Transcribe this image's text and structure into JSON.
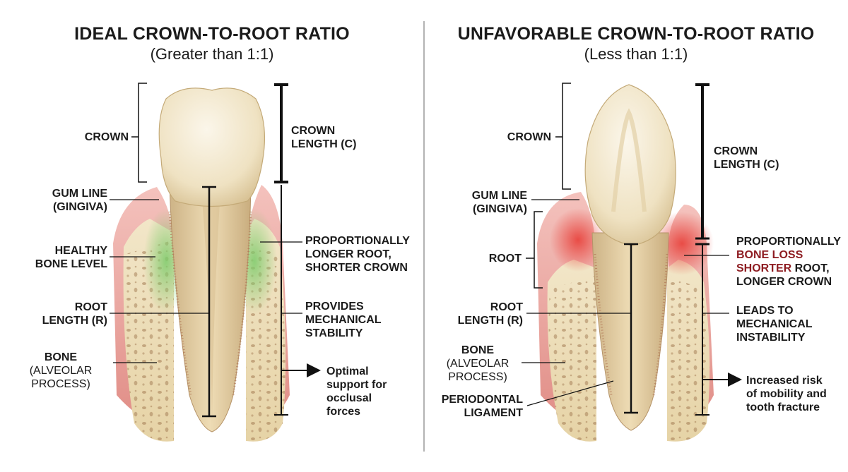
{
  "left": {
    "title": "IDEAL CROWN-TO-ROOT RATIO",
    "subtitle": "(Greater than 1:1)",
    "crown": "CROWN",
    "crown_length": [
      "CROWN",
      "LENGTH (C)"
    ],
    "gum_line": [
      "GUM LINE",
      "(GINGIVA)"
    ],
    "healthy_bone": [
      "HEALTHY",
      "BONE LEVEL"
    ],
    "root_length": [
      "ROOT",
      "LENGTH (R)"
    ],
    "bone": [
      "BONE"
    ],
    "bone_sub": [
      "(ALVEOLAR",
      "PROCESS)"
    ],
    "proportion": [
      "PROPORTIONALLY",
      "LONGER ROOT,",
      "SHORTER CROWN"
    ],
    "provides": [
      "PROVIDES",
      "MECHANICAL",
      "STABILITY"
    ],
    "optimal": [
      "Optimal",
      "support for",
      "occlusal",
      "forces"
    ]
  },
  "right": {
    "title": "UNFAVORABLE CROWN-TO-ROOT RATIO",
    "subtitle": "(Less than 1:1)",
    "crown": "CROWN",
    "crown_length": [
      "CROWN",
      "LENGTH (C)"
    ],
    "gum_line": [
      "GUM LINE",
      "(GINGIVA)"
    ],
    "root": "ROOT",
    "root_length": [
      "ROOT",
      "LENGTH (R)"
    ],
    "bone": [
      "BONE"
    ],
    "bone_sub": [
      "(ALVEOLAR",
      "PROCESS)"
    ],
    "ligament": [
      "PERIODONTAL",
      "LIGAMENT"
    ],
    "proportion_1": "PROPORTIONALLY",
    "bone_loss": "BONE LOSS",
    "shorter": "SHORTER",
    "root_word": " ROOT,",
    "longer_crown": "LONGER CROWN",
    "leads": [
      "LEADS TO",
      "MECHANICAL",
      "INSTABILITY"
    ],
    "increased": [
      "Increased risk",
      "of mobility and",
      "tooth fracture"
    ]
  },
  "colors": {
    "healthy": "#7ccb6a",
    "loss": "#e8403a",
    "enamel": "#f1e4c4",
    "bone": "#ecdcb6",
    "gum": "#e79a93",
    "text_red": "#8e1d22"
  }
}
